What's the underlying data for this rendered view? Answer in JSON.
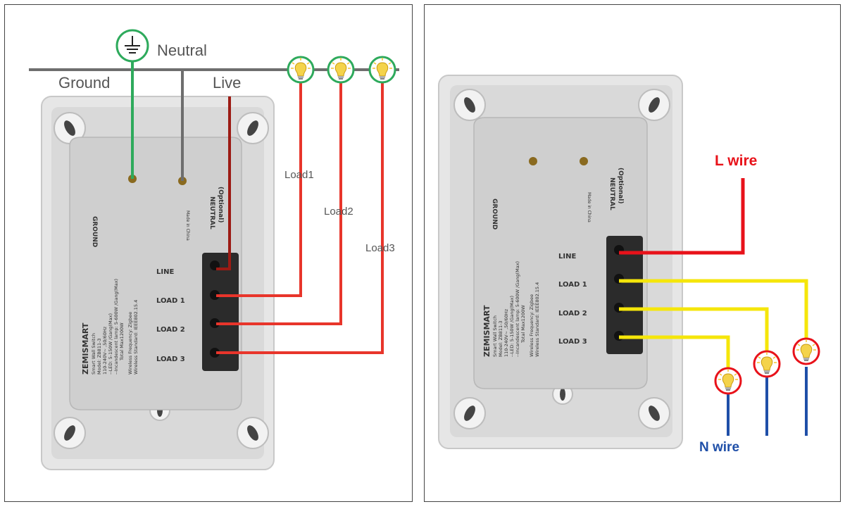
{
  "left_diagram": {
    "labels": {
      "neutral": "Neutral",
      "ground": "Ground",
      "live": "Live",
      "load1": "Load1",
      "load2": "Load2",
      "load3": "Load3"
    },
    "colors": {
      "live_wire": "#e8352b",
      "ground_wire": "#2eaa5c",
      "neutral_wire": "#6e6e6e",
      "bulb_ring": "#2eaa5c"
    }
  },
  "right_diagram": {
    "labels": {
      "l_wire": "L wire",
      "n_wire": "N wire"
    },
    "colors": {
      "l_wire": "#e8121a",
      "load_wire": "#f5e60a",
      "n_wire": "#1f4fa8",
      "bulb_ring": "#e8121a"
    }
  },
  "switch_plate": {
    "terminal_labels": [
      "LINE",
      "LOAD 1",
      "LOAD 2",
      "LOAD 3"
    ],
    "ground_label": "GROUND",
    "neutral_label": "NEUTRAL",
    "neutral_sub": "(Optional)",
    "made_in": "Made in China",
    "brand": "ZEMISMART",
    "spec_lines": [
      "Smart Wall Switch",
      "Model: ZB811-3",
      "110-240V~ ,50/60Hz",
      "--LED: 5-150W /Gang(Max)",
      "--Incandescent lamp: 5-600W /Gang(Max)",
      "Total Max1200W",
      "Wireless Frequency: Zigbee",
      "Wireless Standard: IEEE802.15.4"
    ]
  }
}
